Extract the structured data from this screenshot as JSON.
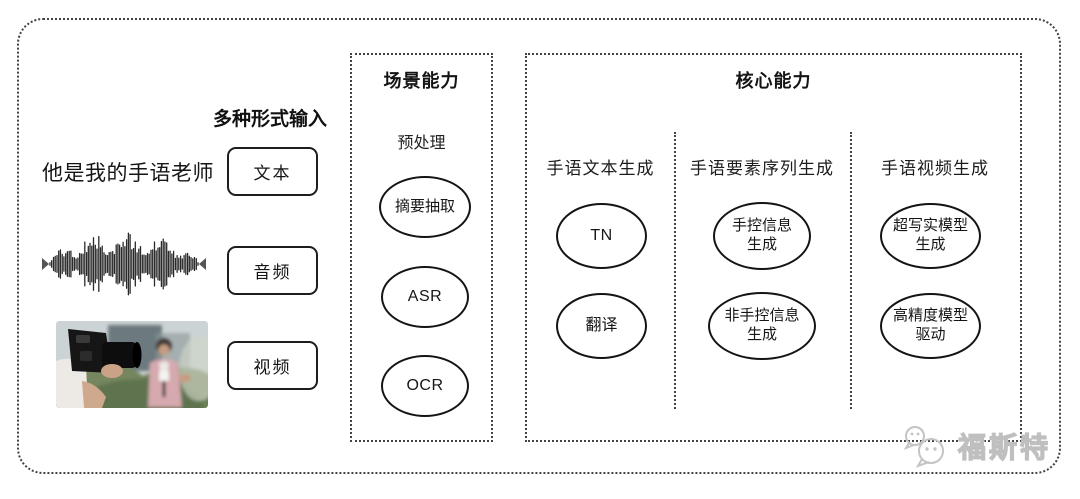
{
  "input": {
    "label": "多种形式输入",
    "sample_text": "他是我的手语老师",
    "text_box": "文本",
    "audio_box": "音频",
    "video_box": "视频"
  },
  "scene": {
    "title": "场景能力",
    "stage_label": "预处理",
    "nodes": [
      {
        "label": "摘要抽取"
      },
      {
        "label": "ASR"
      },
      {
        "label": "OCR"
      }
    ]
  },
  "core": {
    "title": "核心能力",
    "columns": [
      {
        "title": "手语文本生成",
        "nodes": [
          {
            "label": "TN"
          },
          {
            "label": "翻译"
          }
        ]
      },
      {
        "title": "手语要素序列生成",
        "nodes": [
          {
            "label": "手控信息\n生成"
          },
          {
            "label": "非手控信息\n生成"
          }
        ]
      },
      {
        "title": "手语视频生成",
        "nodes": [
          {
            "label": "超写实模型\n生成"
          },
          {
            "label": "高精度模型\n驱动"
          }
        ]
      }
    ]
  },
  "watermark": {
    "text": "福斯特",
    "icon": "chat-bubbles-logo"
  },
  "colors": {
    "ink": "#1a1a1a",
    "dotted_border": "#434343",
    "watermark": "#c9c9c9"
  }
}
